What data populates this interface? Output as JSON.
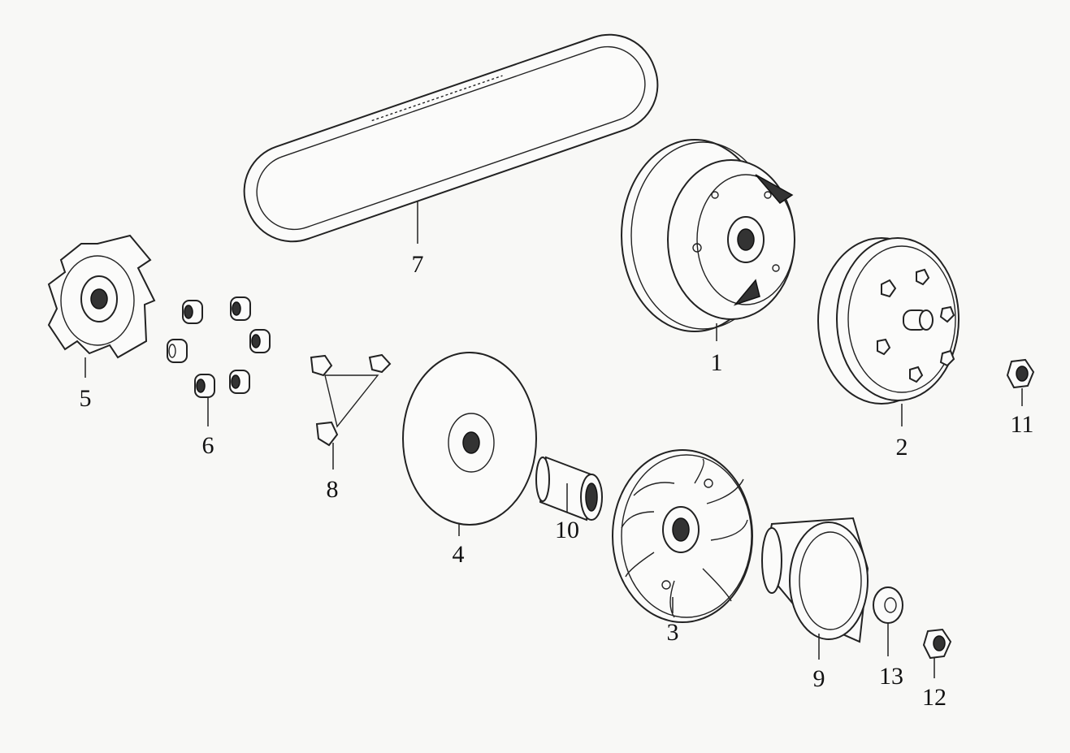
{
  "diagram": {
    "type": "exploded-parts-diagram",
    "labels": {
      "p1": "1",
      "p2": "2",
      "p3": "3",
      "p4": "4",
      "p5": "5",
      "p6": "6",
      "p7": "7",
      "p8": "8",
      "p9": "9",
      "p10": "10",
      "p11": "11",
      "p12": "12",
      "p13": "13"
    }
  }
}
